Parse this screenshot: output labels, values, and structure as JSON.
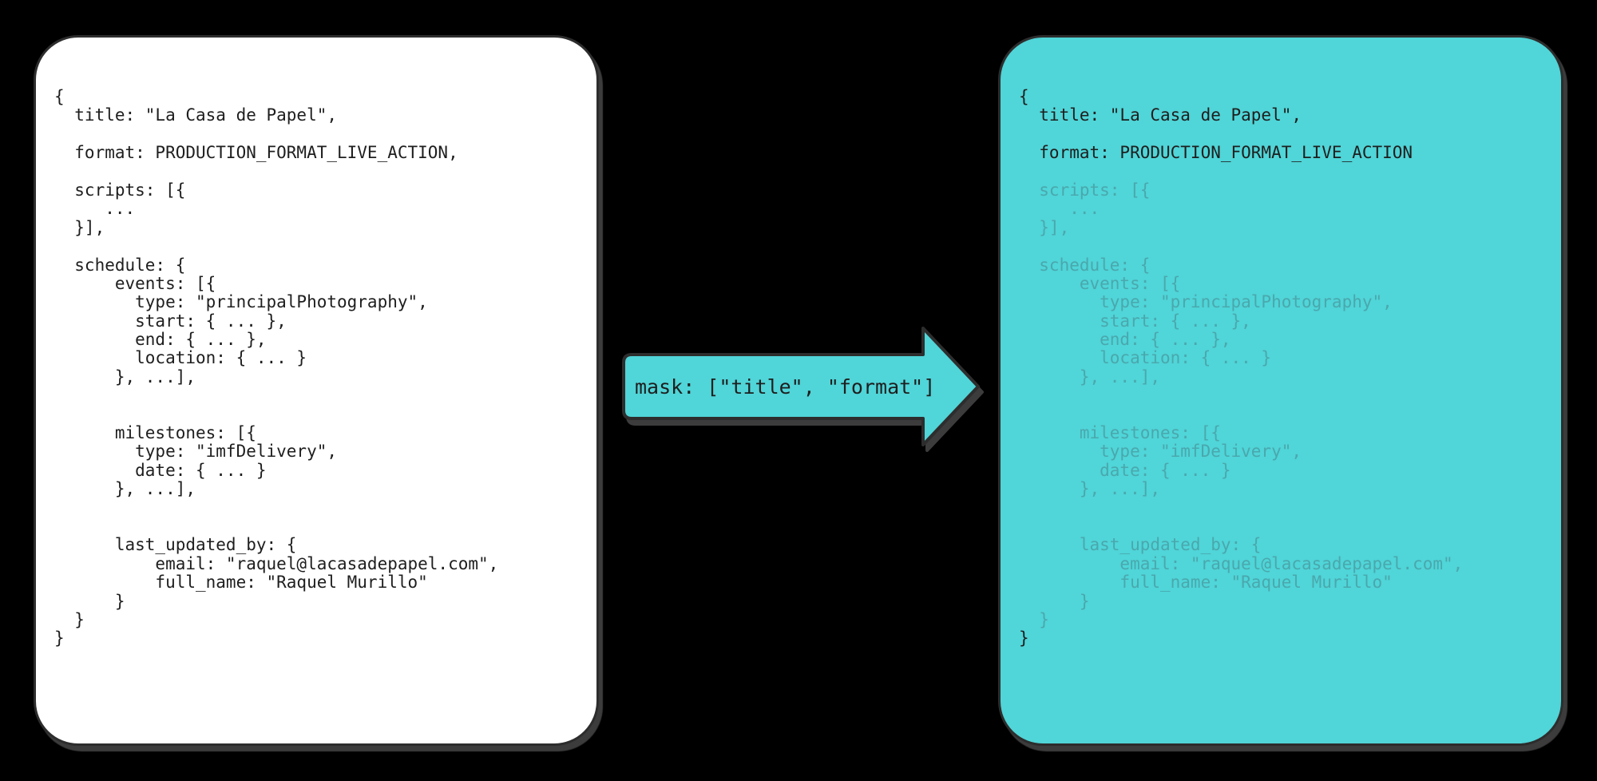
{
  "colors": {
    "page_bg": "#000000",
    "panel_left_bg": "#ffffff",
    "panel_right_bg": "#50d5d8",
    "arrow_bg": "#50d5d8",
    "border_color": "#2d2d2d",
    "shadow_color": "#3c3c3c",
    "code_text": "#1e1e1e",
    "muted_text": "#4aa8ad"
  },
  "arrow": {
    "label": "mask: [\"title\", \"format\"]"
  },
  "left_panel": {
    "lines": [
      {
        "text": "{",
        "muted": false
      },
      {
        "text": "  title: \"La Casa de Papel\",",
        "muted": false
      },
      {
        "text": "",
        "muted": false
      },
      {
        "text": "  format: PRODUCTION_FORMAT_LIVE_ACTION,",
        "muted": false
      },
      {
        "text": "",
        "muted": false
      },
      {
        "text": "  scripts: [{",
        "muted": false
      },
      {
        "text": "     ...",
        "muted": false
      },
      {
        "text": "  }],",
        "muted": false
      },
      {
        "text": "",
        "muted": false
      },
      {
        "text": "  schedule: {",
        "muted": false
      },
      {
        "text": "      events: [{",
        "muted": false
      },
      {
        "text": "        type: \"principalPhotography\",",
        "muted": false
      },
      {
        "text": "        start: { ... },",
        "muted": false
      },
      {
        "text": "        end: { ... },",
        "muted": false
      },
      {
        "text": "        location: { ... }",
        "muted": false
      },
      {
        "text": "      }, ...],",
        "muted": false
      },
      {
        "text": "",
        "muted": false
      },
      {
        "text": "",
        "muted": false
      },
      {
        "text": "      milestones: [{",
        "muted": false
      },
      {
        "text": "        type: \"imfDelivery\",",
        "muted": false
      },
      {
        "text": "        date: { ... }",
        "muted": false
      },
      {
        "text": "      }, ...],",
        "muted": false
      },
      {
        "text": "",
        "muted": false
      },
      {
        "text": "",
        "muted": false
      },
      {
        "text": "      last_updated_by: {",
        "muted": false
      },
      {
        "text": "          email: \"raquel@lacasadepapel.com\",",
        "muted": false
      },
      {
        "text": "          full_name: \"Raquel Murillo\"",
        "muted": false
      },
      {
        "text": "      }",
        "muted": false
      },
      {
        "text": "  }",
        "muted": false
      },
      {
        "text": "}",
        "muted": false
      }
    ]
  },
  "right_panel": {
    "lines": [
      {
        "text": "{",
        "muted": false
      },
      {
        "text": "  title: \"La Casa de Papel\",",
        "muted": false
      },
      {
        "text": "",
        "muted": false
      },
      {
        "text": "  format: PRODUCTION_FORMAT_LIVE_ACTION",
        "muted": false
      },
      {
        "text": "",
        "muted": false
      },
      {
        "text": "  scripts: [{",
        "muted": true
      },
      {
        "text": "     ...",
        "muted": true
      },
      {
        "text": "  }],",
        "muted": true
      },
      {
        "text": "",
        "muted": false
      },
      {
        "text": "  schedule: {",
        "muted": true
      },
      {
        "text": "      events: [{",
        "muted": true
      },
      {
        "text": "        type: \"principalPhotography\",",
        "muted": true
      },
      {
        "text": "        start: { ... },",
        "muted": true
      },
      {
        "text": "        end: { ... },",
        "muted": true
      },
      {
        "text": "        location: { ... }",
        "muted": true
      },
      {
        "text": "      }, ...],",
        "muted": true
      },
      {
        "text": "",
        "muted": false
      },
      {
        "text": "",
        "muted": false
      },
      {
        "text": "      milestones: [{",
        "muted": true
      },
      {
        "text": "        type: \"imfDelivery\",",
        "muted": true
      },
      {
        "text": "        date: { ... }",
        "muted": true
      },
      {
        "text": "      }, ...],",
        "muted": true
      },
      {
        "text": "",
        "muted": false
      },
      {
        "text": "",
        "muted": false
      },
      {
        "text": "      last_updated_by: {",
        "muted": true
      },
      {
        "text": "          email: \"raquel@lacasadepapel.com\",",
        "muted": true
      },
      {
        "text": "          full_name: \"Raquel Murillo\"",
        "muted": true
      },
      {
        "text": "      }",
        "muted": true
      },
      {
        "text": "  }",
        "muted": true
      },
      {
        "text": "}",
        "muted": false
      }
    ]
  }
}
